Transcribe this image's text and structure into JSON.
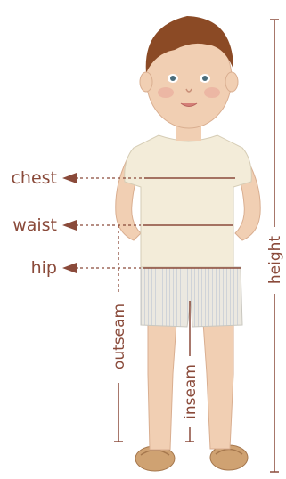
{
  "labels": {
    "chest": "chest",
    "waist": "waist",
    "hip": "hip",
    "outseam": "outseam",
    "inseam": "inseam",
    "height": "height"
  },
  "colors": {
    "line": "#8a4a3a",
    "label": "#8a4a3a",
    "skin": "#f1cfb3",
    "hair": "#8b4a25",
    "shirt": "#f3ecd9",
    "shorts": "#e7e4dc",
    "shoe": "#cfa272"
  }
}
